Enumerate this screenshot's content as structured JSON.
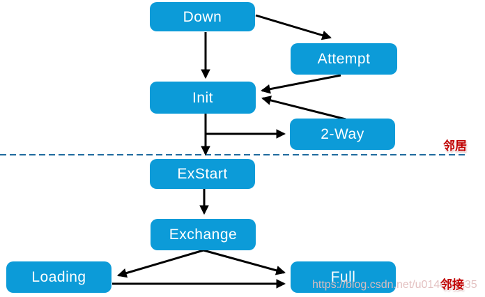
{
  "diagram": {
    "type": "state-machine-flowchart",
    "upper_zone_label": "邻居",
    "lower_zone_label": "邻接"
  },
  "nodes": {
    "down": {
      "label": "Down"
    },
    "attempt": {
      "label": "Attempt"
    },
    "init": {
      "label": "Init"
    },
    "two_way": {
      "label": "2-Way"
    },
    "exstart": {
      "label": "ExStart"
    },
    "exchange": {
      "label": "Exchange"
    },
    "loading": {
      "label": "Loading"
    },
    "full": {
      "label": "Full"
    }
  },
  "edges": [
    {
      "from": "down",
      "to": "init"
    },
    {
      "from": "down",
      "to": "attempt"
    },
    {
      "from": "attempt",
      "to": "init"
    },
    {
      "from": "two_way",
      "to": "init"
    },
    {
      "from": "init",
      "to": "exstart"
    },
    {
      "from": "init",
      "to": "two_way"
    },
    {
      "from": "exstart",
      "to": "exchange"
    },
    {
      "from": "exchange",
      "to": "loading"
    },
    {
      "from": "exchange",
      "to": "full"
    },
    {
      "from": "loading",
      "to": "full"
    }
  ],
  "annotations": {
    "neighbor_label": "邻居",
    "adjacency_label": "邻接",
    "label_color": "#c00000"
  },
  "divider": {
    "style": "dashed",
    "color": "#1f6a9e"
  },
  "watermark": {
    "text": "https://blog.csdn.net/u014069535"
  },
  "colors": {
    "node_fill": "#0c9bd8",
    "node_text": "#ffffff",
    "arrow": "#000000"
  }
}
